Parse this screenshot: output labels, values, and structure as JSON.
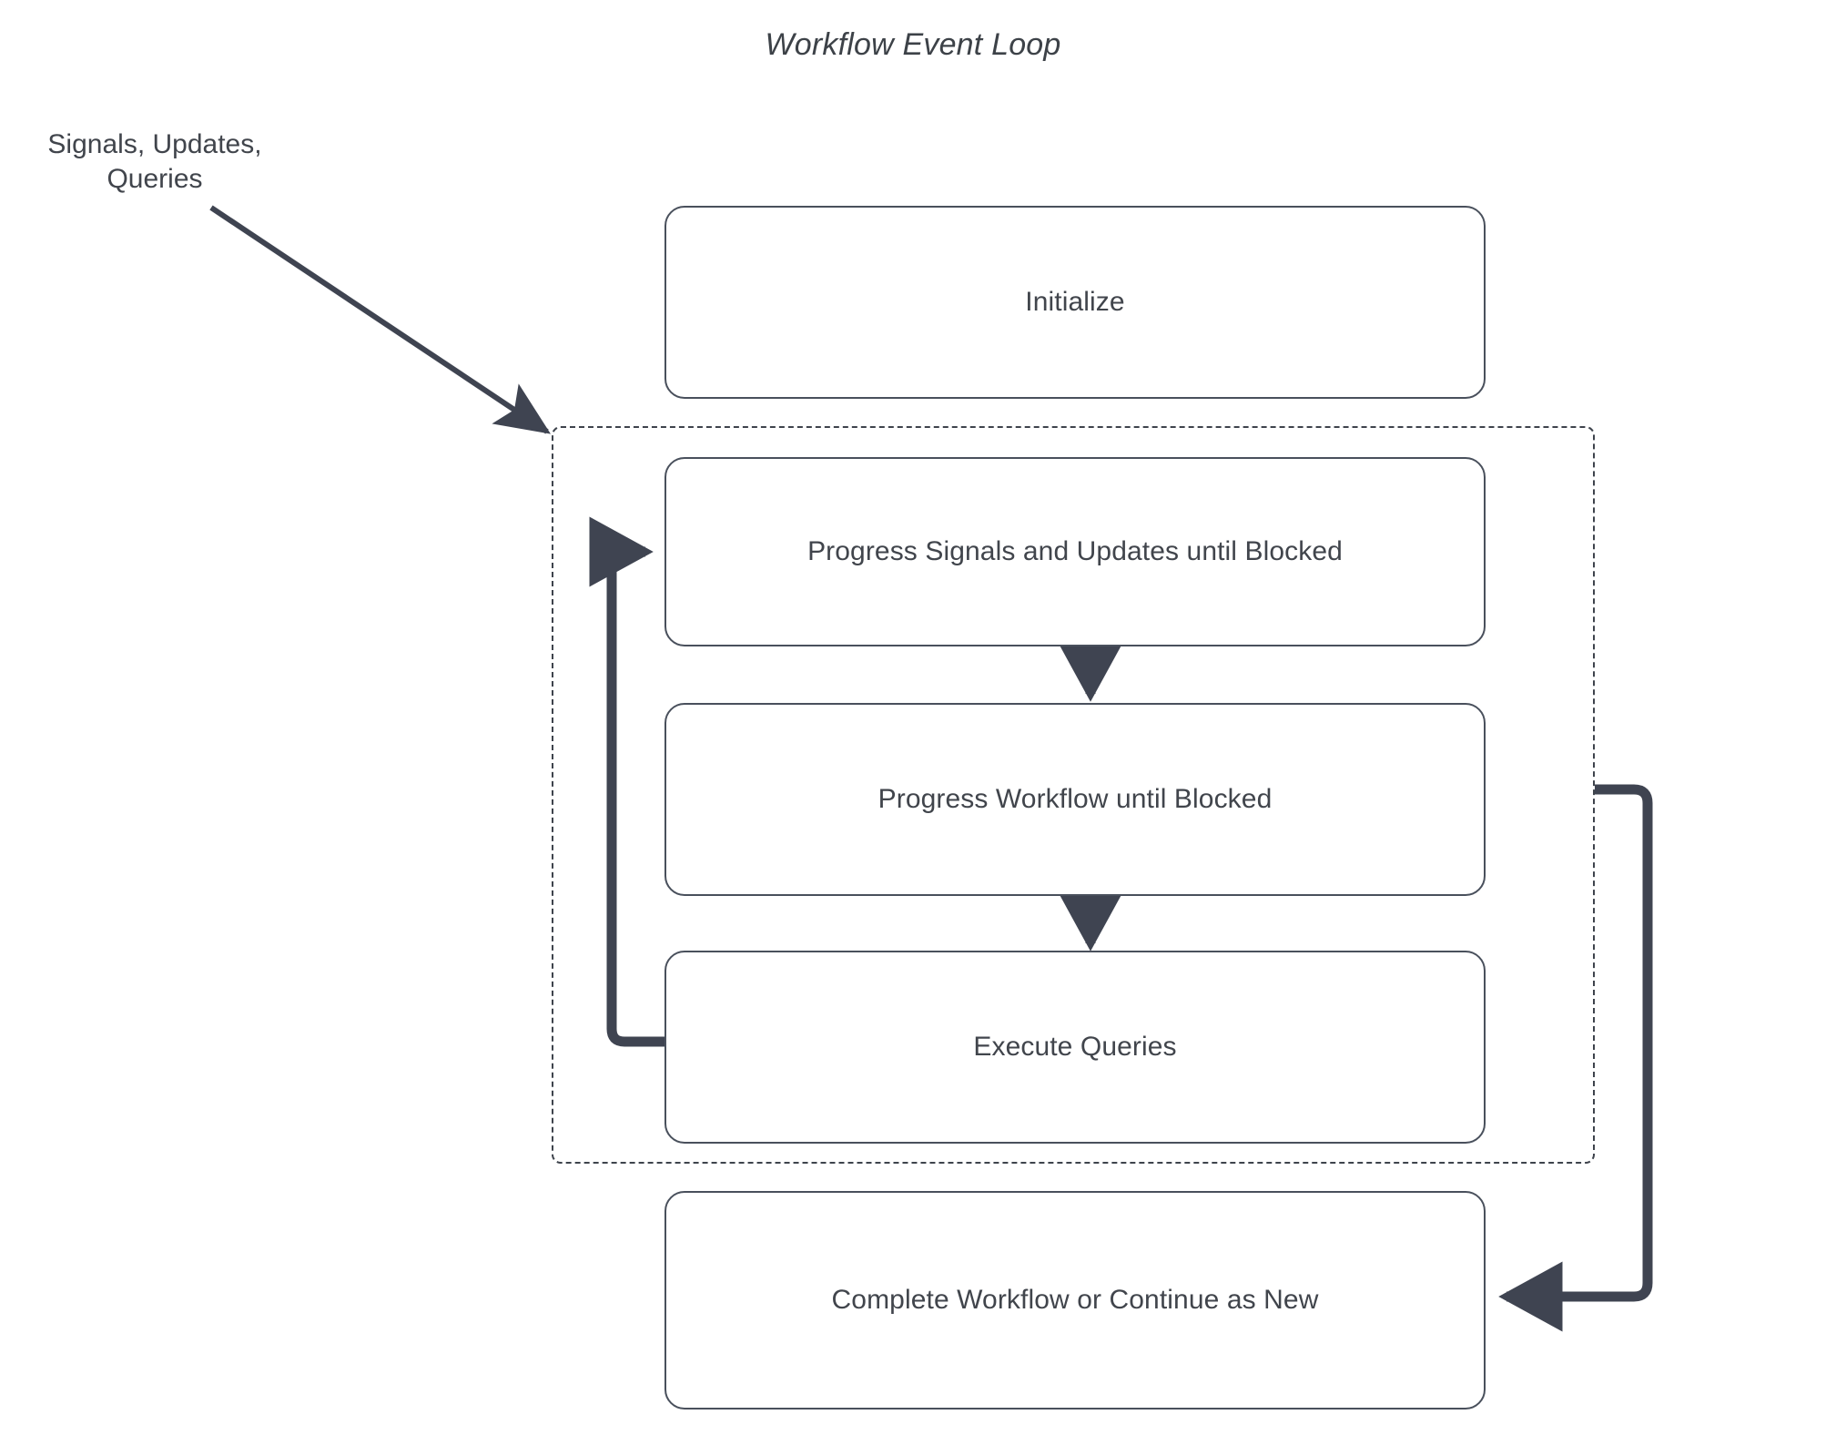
{
  "title": "Workflow Event Loop",
  "theme": {
    "background": "#ffffff",
    "node_border": "#49505c",
    "node_fill": "#ffffff",
    "text": "#41454c",
    "arrow": "#3f4451",
    "dashed_border": "#3e434c"
  },
  "external_input": {
    "label": "Signals, Updates,\nQueries",
    "target": "loop-group"
  },
  "loop_group": {
    "name": "workflow-event-loop-region",
    "style": "dashed"
  },
  "nodes": [
    {
      "id": "initialize",
      "label": "Initialize"
    },
    {
      "id": "progress-signals",
      "label": "Progress Signals and Updates until Blocked"
    },
    {
      "id": "progress-workflow",
      "label": "Progress Workflow until Blocked"
    },
    {
      "id": "execute-queries",
      "label": "Execute Queries"
    },
    {
      "id": "complete-workflow",
      "label": "Complete Workflow or Continue as New"
    }
  ],
  "edges": [
    {
      "from": "signals-updates-queries",
      "to": "loop-group",
      "style": "diagonal-arrow"
    },
    {
      "from": "progress-signals",
      "to": "progress-workflow",
      "style": "down-arrow"
    },
    {
      "from": "progress-workflow",
      "to": "execute-queries",
      "style": "down-arrow"
    },
    {
      "from": "execute-queries",
      "to": "progress-signals",
      "style": "left-loopback-arrow"
    },
    {
      "from": "loop-group",
      "to": "complete-workflow",
      "style": "right-loopback-arrow"
    }
  ]
}
